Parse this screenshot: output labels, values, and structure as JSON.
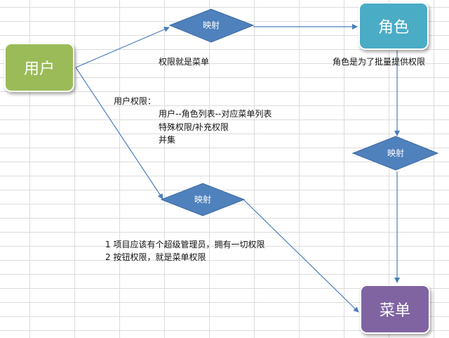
{
  "nodes": {
    "user": "用户",
    "role": "角色",
    "menu": "菜单"
  },
  "mappings": {
    "user_role": "映射",
    "role_menu": "映射",
    "user_menu": "映射"
  },
  "notes": {
    "permission_is_menu": "权限就是菜单",
    "role_purpose": "角色是为了批量提供权限",
    "user_perm_title": "用户权限：",
    "user_perm_lines": [
      "用户--角色列表--对应菜单列表",
      "特殊权限/补充权限",
      "并集"
    ],
    "numbered": [
      "1 项目应该有个超级管理员，拥有一切权限",
      "2 按钮权限，就是菜单权限"
    ]
  },
  "colors": {
    "user": "#9bbb59",
    "role": "#4bacc6",
    "menu": "#8064a2",
    "diamond": "#4f81bd",
    "arrow": "#4a7ebb"
  }
}
